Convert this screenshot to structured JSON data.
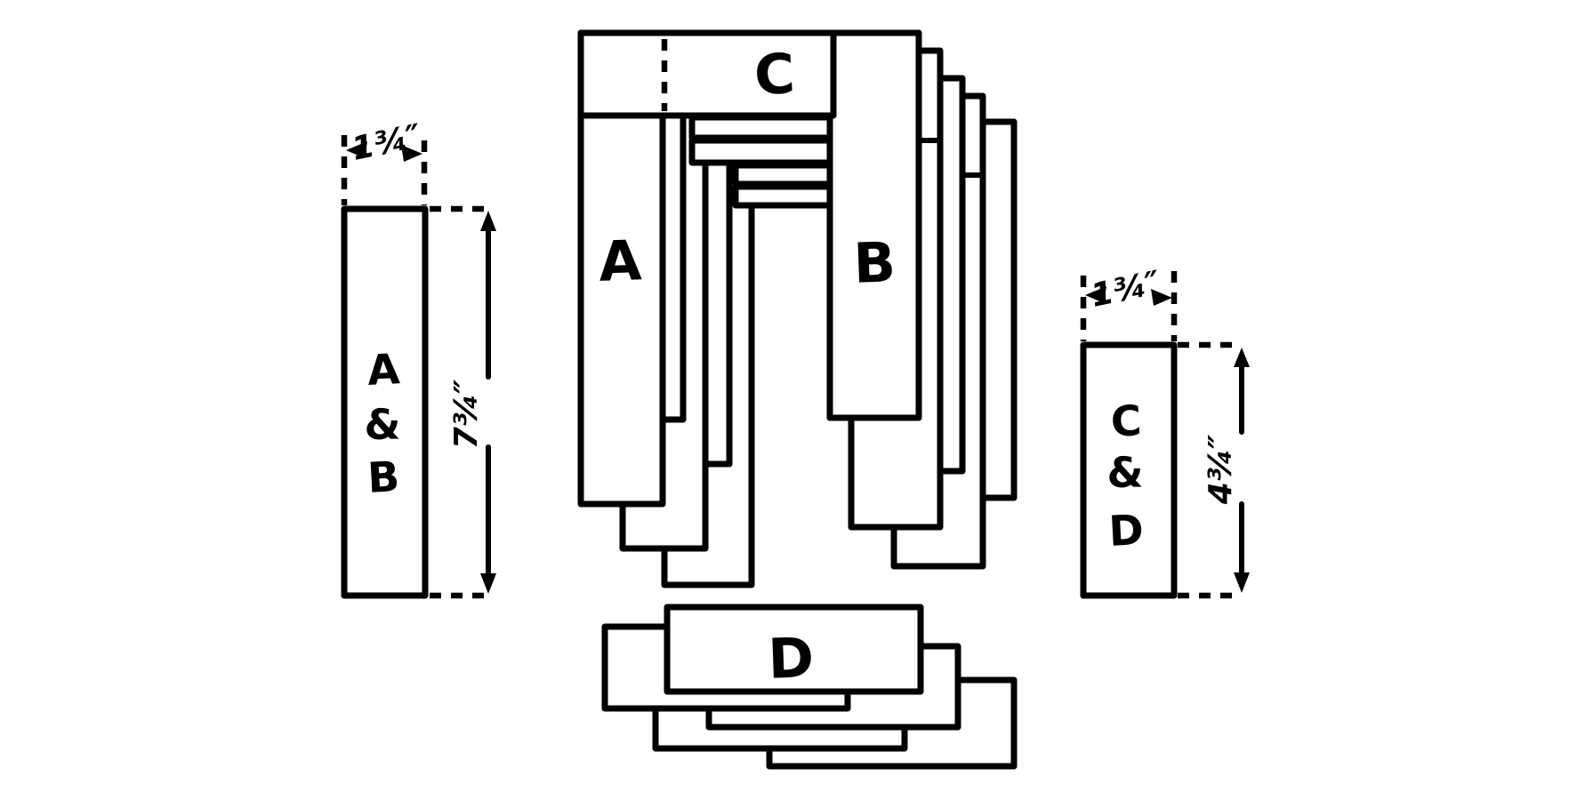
{
  "figure": {
    "assembly": {
      "label_a": "A",
      "label_b": "B",
      "label_c": "C",
      "label_d": "D"
    },
    "blank_ab": {
      "label_lines": [
        "A",
        "&",
        "B"
      ],
      "width_dim": "1¾″",
      "height_dim": "7¾″"
    },
    "blank_cd": {
      "label_lines": [
        "C",
        "&",
        "D"
      ],
      "width_dim": "1¾″",
      "height_dim": "4¾″"
    },
    "colors": {
      "ink": "#000000",
      "paper": "#ffffff"
    }
  }
}
